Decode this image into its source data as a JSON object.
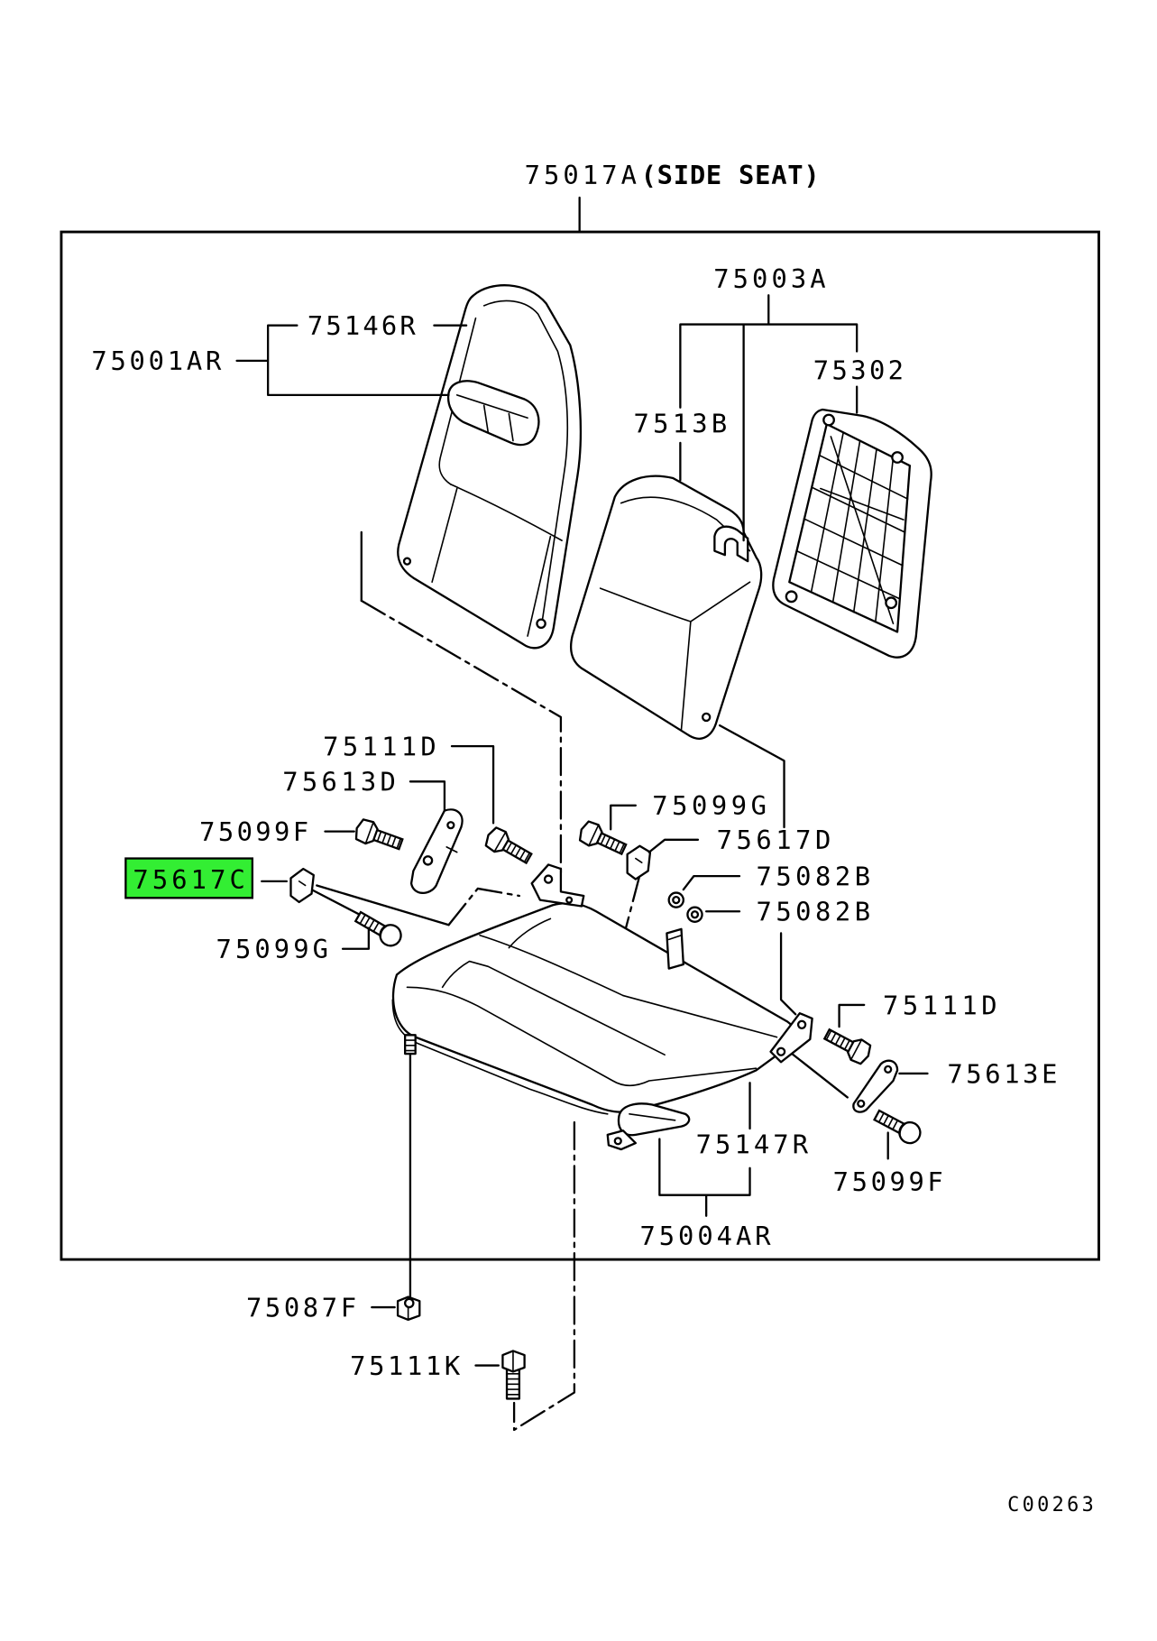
{
  "diagram": {
    "assembly_number": "75017A",
    "assembly_name": "(SIDE SEAT)",
    "drawing_code": "C00263",
    "highlight_color": "#33ee33",
    "callouts": [
      {
        "label": "75003A"
      },
      {
        "label": "75146R"
      },
      {
        "label": "75001AR"
      },
      {
        "label": "75302"
      },
      {
        "label": "7513B"
      },
      {
        "label": "75111D"
      },
      {
        "label": "75613D"
      },
      {
        "label": "75099F"
      },
      {
        "label": "75617C",
        "highlighted": true
      },
      {
        "label": "75099G"
      },
      {
        "label": "75099G"
      },
      {
        "label": "75617D"
      },
      {
        "label": "75082B"
      },
      {
        "label": "75082B"
      },
      {
        "label": "75111D"
      },
      {
        "label": "75613E"
      },
      {
        "label": "75147R"
      },
      {
        "label": "75099F"
      },
      {
        "label": "75004AR"
      },
      {
        "label": "75087F"
      },
      {
        "label": "75111K"
      }
    ]
  }
}
